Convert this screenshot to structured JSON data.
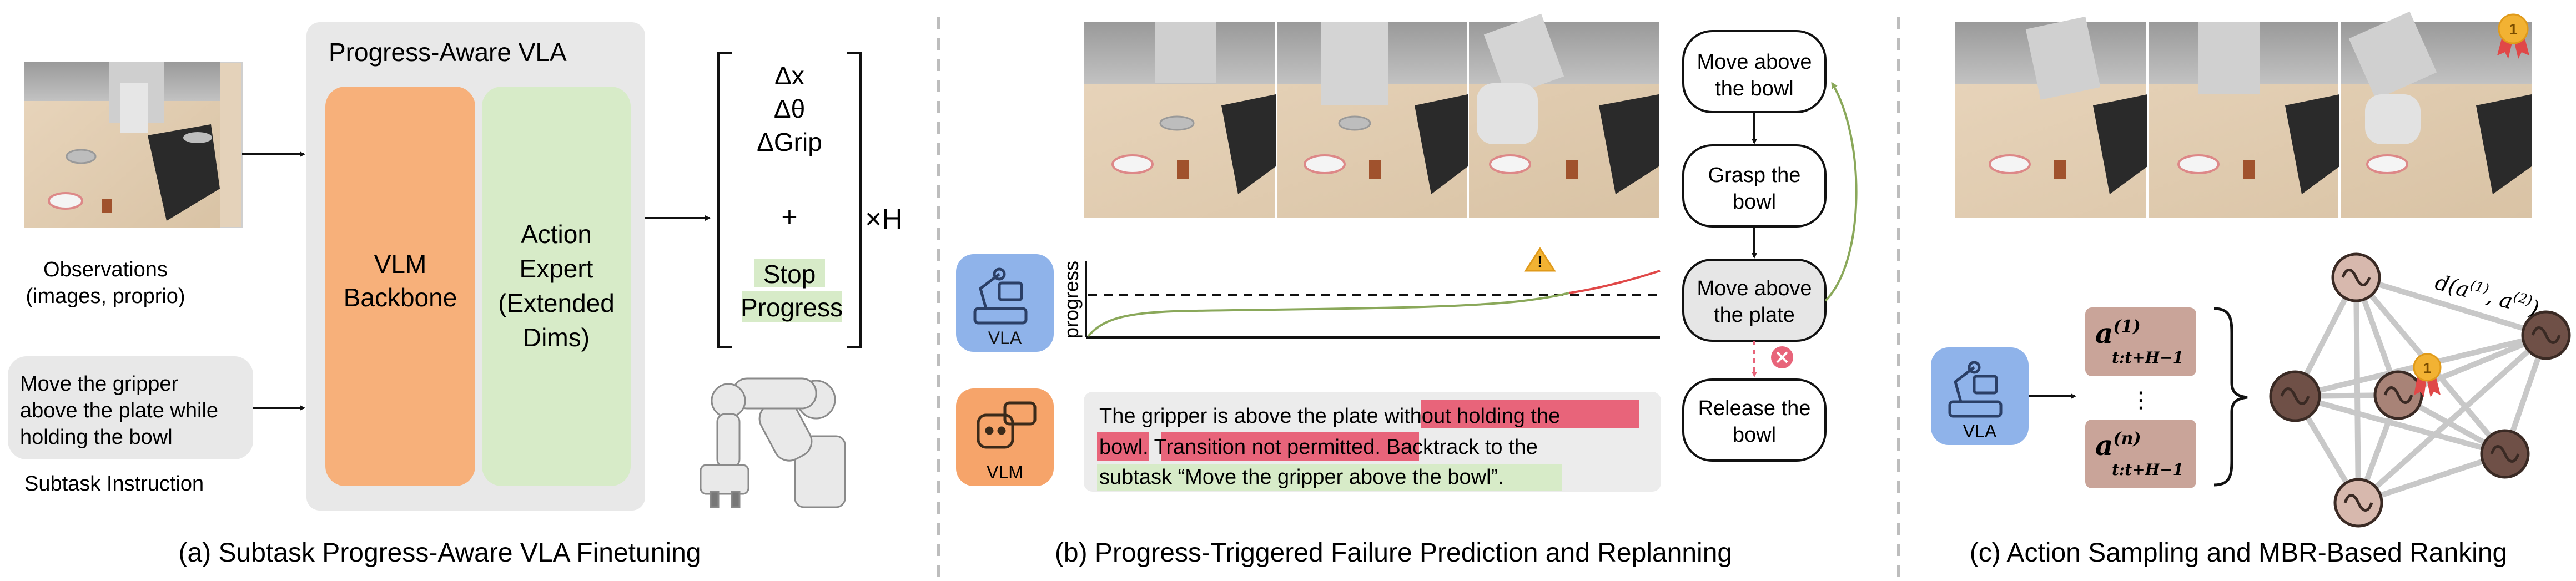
{
  "colors": {
    "vlm_backbone": "#f7b07a",
    "action_expert": "#d7ebc8",
    "panel_gray": "#e8e8e8",
    "dashed_divider": "#bdbdbd",
    "progress_green": "#8aa85a",
    "threshold_red": "#e04848",
    "highlight_red": "#e8647a",
    "highlight_green": "#d7ebc8",
    "vla_badge": "#8fb3ea",
    "vlm_badge": "#f6a46a",
    "sample_box": "#c9a499",
    "node_dark": "#6f5047",
    "node_mid": "#a88377",
    "node_light": "#d7b8ad",
    "medal_gold": "#f2b233"
  },
  "panel_a": {
    "observations_label_1": "Observations",
    "observations_label_2": "(images, proprio)",
    "instruction_line_1": "Move the gripper",
    "instruction_line_2": "above the plate while",
    "instruction_line_3": "holding the bowl",
    "instruction_caption": "Subtask Instruction",
    "model_title": "Progress-Aware VLA",
    "vlm_line_1": "VLM",
    "vlm_line_2": "Backbone",
    "expert_line_1": "Action",
    "expert_line_2": "Expert",
    "expert_line_3": "(Extended",
    "expert_line_4": "Dims)",
    "out_dx": "Δx",
    "out_dtheta": "Δθ",
    "out_dgrip": "ΔGrip",
    "out_plus": "+",
    "out_stop": "Stop",
    "out_progress": "Progress",
    "horizon": "×H",
    "caption": "(a) Subtask Progress-Aware VLA Finetuning"
  },
  "panel_b": {
    "vla_badge": "VLA",
    "vlm_badge": "VLM",
    "axis_label": "progress",
    "warning_glyph": "!",
    "plan_step_1_line_1": "Move above",
    "plan_step_1_line_2": "the bowl",
    "plan_step_2_line_1": "Grasp the",
    "plan_step_2_line_2": "bowl",
    "plan_step_3_line_1": "Move above",
    "plan_step_3_line_2": "the plate",
    "plan_step_4_line_1": "Release the",
    "plan_step_4_line_2": "bowl",
    "reason_plain_1": "The gripper is above the plate ",
    "reason_red_1": "without holding the",
    "reason_red_2": "bowl",
    "reason_plain_2": ". ",
    "reason_red_3": "Transition not permitted",
    "reason_plain_3": ". Backtrack to the",
    "reason_green_1": "subtask “Move the gripper above the bowl”",
    "reason_plain_4": ".",
    "caption": "(b) Progress-Triggered Failure Prediction and Replanning"
  },
  "panel_c": {
    "vla_badge": "VLA",
    "sample_first": "(1)",
    "sample_last": "(n)",
    "sample_symbol": "a",
    "sample_subscript": "t:t+H−1",
    "vdots": "⋮",
    "distance_label": "d(a",
    "distance_sup_1": "(1)",
    "distance_sep": ", a",
    "distance_sup_2": "(2)",
    "distance_close": ")",
    "medal_digit": "1",
    "caption": "(c) Action Sampling and MBR-Based Ranking"
  }
}
